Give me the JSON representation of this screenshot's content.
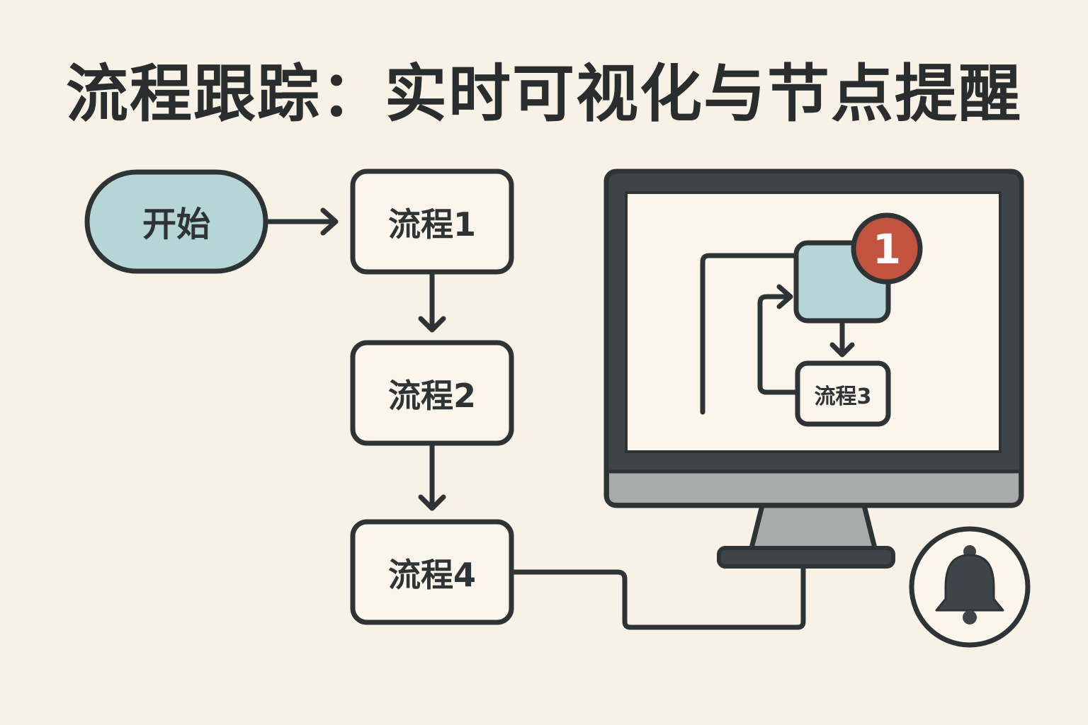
{
  "title": "流程跟踪：实时可视化与节点提醒",
  "flow": {
    "start_label": "开始",
    "step1_label": "流程1",
    "step2_label": "流程2",
    "step4_label": "流程4"
  },
  "monitor": {
    "step3_label": "流程3",
    "notification_count": "1"
  },
  "icons": {
    "monitor": "monitor-icon",
    "bell": "bell-icon"
  },
  "colors": {
    "background": "#f8f1e6",
    "stroke": "#2e3436",
    "start_fill": "#b5d5d6",
    "active_node_fill": "#b5d5d6",
    "badge": "#c2533f",
    "monitor_frame": "#3d4548",
    "monitor_chin": "#a9abaa"
  }
}
